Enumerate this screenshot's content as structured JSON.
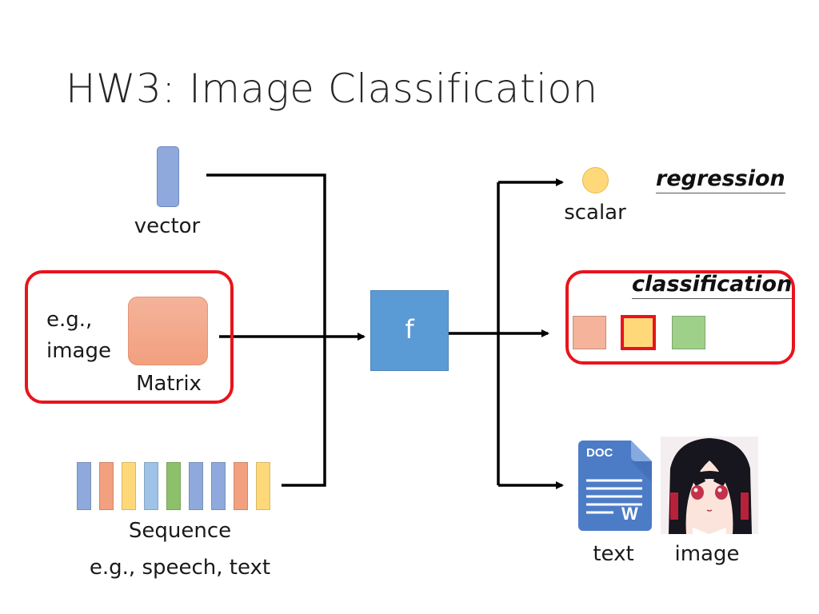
{
  "slide": {
    "title": "HW3: Image Classification"
  },
  "inputs": {
    "vector_label": "vector",
    "matrix_example_line1": "e.g.,",
    "matrix_example_line2": "image",
    "matrix_label": "Matrix",
    "sequence_label": "Sequence",
    "sequence_example": "e.g., speech, text",
    "sequence_colors": [
      "#8fa9dc",
      "#f2a07f",
      "#ffd87a",
      "#9dc3e6",
      "#8cc06a",
      "#8fa9dc",
      "#8fa9dc",
      "#f2a07f",
      "#ffd87a"
    ]
  },
  "function": {
    "label": "f",
    "color": "#5b9bd5"
  },
  "outputs": {
    "regression_label": "regression",
    "scalar_label": "scalar",
    "classification_label": "classification",
    "class_colors": [
      "#f4b39a",
      "#ffd87a",
      "#9fd08a"
    ],
    "selected_class_index": 1,
    "text_label": "text",
    "image_label": "image",
    "doc_icon_text": "DOC",
    "doc_icon_letter": "W"
  },
  "colors": {
    "highlight": "#e8141c",
    "arrow": "#000000"
  }
}
